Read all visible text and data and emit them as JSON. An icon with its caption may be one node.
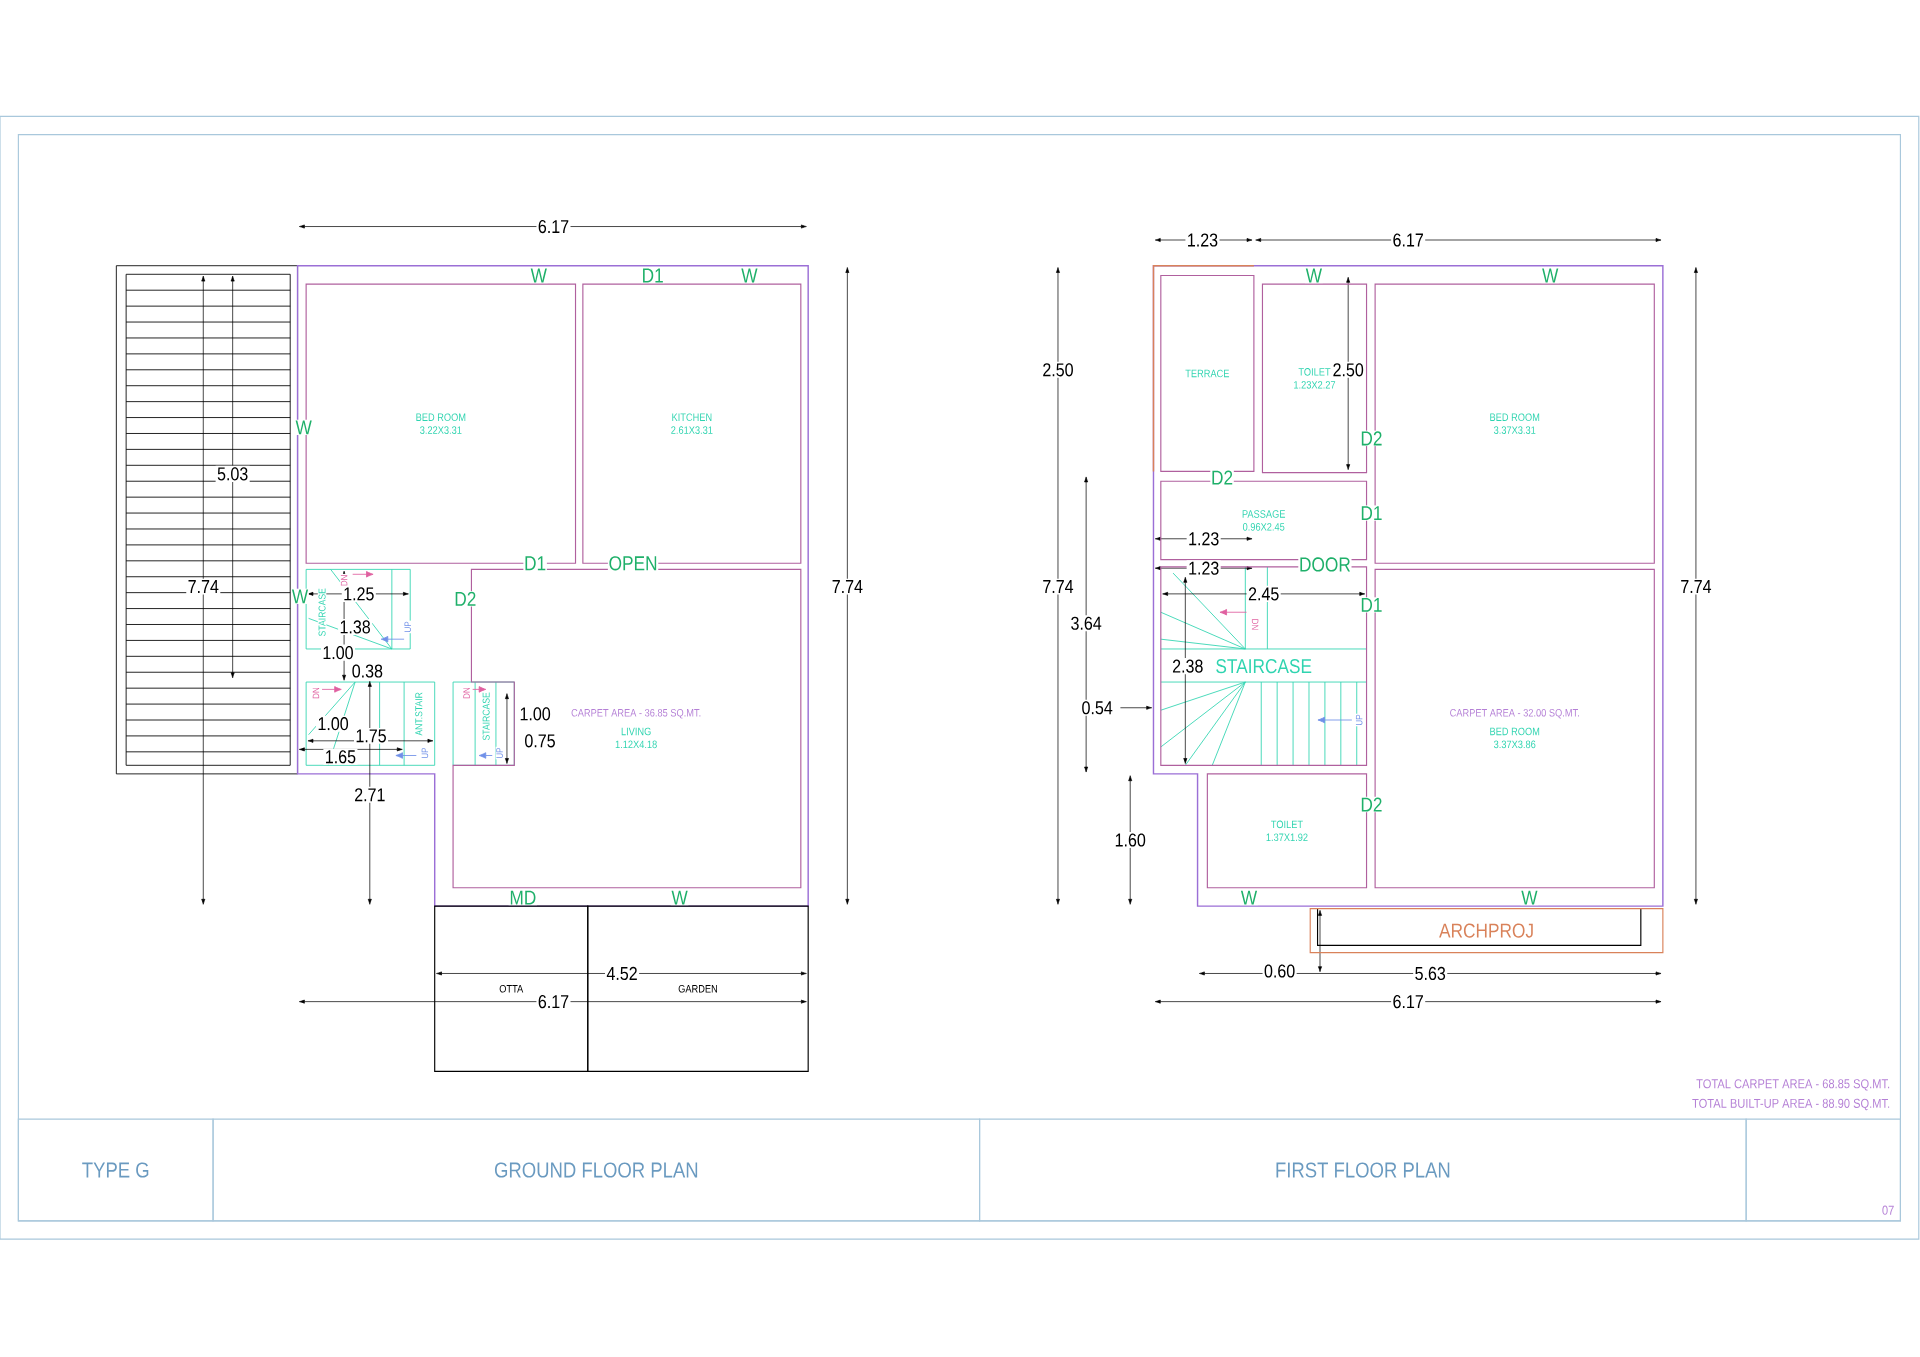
{
  "diagram": {
    "nodes": [
      {
        "text": [
          "BED ROOM",
          "3.22X3.31"
        ]
      },
      {
        "text": [
          "KITCHEN",
          "2.61X3.31"
        ]
      },
      {
        "text": [
          "CARPET AREA - 36.85 SQ.MT.",
          "LIVING",
          "1.12X4.18"
        ]
      },
      {
        "text": [
          "OTTA"
        ]
      },
      {
        "text": [
          "GARDEN"
        ]
      },
      {
        "text": [
          "TERRACE"
        ]
      },
      {
        "text": [
          "TOILET",
          "1.23X2.27"
        ]
      },
      {
        "text": [
          "BED ROOM",
          "3.37X3.31"
        ]
      },
      {
        "text": [
          "PASSAGE",
          "0.96X2.45"
        ]
      },
      {
        "text": [
          "STAIRCASE"
        ]
      },
      {
        "text": [
          "CARPET AREA - 32.00 SQ.MT.",
          "BED ROOM",
          "3.37X3.86"
        ]
      },
      {
        "text": [
          "TOILET",
          "1.37X1.92"
        ]
      },
      {
        "text": [
          "ARCHPROJ"
        ]
      },
      {
        "text": [
          "TYPE G"
        ]
      },
      {
        "text": [
          "GROUND FLOOR PLAN"
        ]
      },
      {
        "text": [
          "FIRST FLOOR PLAN"
        ]
      },
      {
        "text": [
          "07"
        ]
      }
    ],
    "labels": [
      "6.17",
      "W",
      "D1",
      "W",
      "W",
      "5.03",
      "7.74",
      "7.74",
      "D1",
      "OPEN",
      "W",
      "D2",
      "STAIRCASE",
      "DN",
      "1.25",
      "1.38",
      "UP",
      "1.00",
      "0.38",
      "DN",
      "DN",
      "ANT.STAIR",
      "STAIRCASE",
      "1.00",
      "1.00",
      "1.75",
      "0.75",
      "1.65",
      "UP",
      "UP",
      "2.71",
      "MD",
      "W",
      "4.52",
      "6.17",
      "1.23",
      "6.17",
      "W",
      "W",
      "2.50",
      "2.50",
      "D2",
      "D2",
      "D1",
      "1.23",
      "1.23",
      "DOOR",
      "7.74",
      "7.74",
      "2.45",
      "D1",
      "3.64",
      "DN",
      "2.38",
      "0.54",
      "UP",
      "1.60",
      "D2",
      "W",
      "W",
      "0.60",
      "5.63",
      "6.17",
      "TOTAL CARPET AREA - 68.85 SQ.MT.",
      "TOTAL BUILT-UP AREA - 88.90 SQ.MT."
    ]
  }
}
